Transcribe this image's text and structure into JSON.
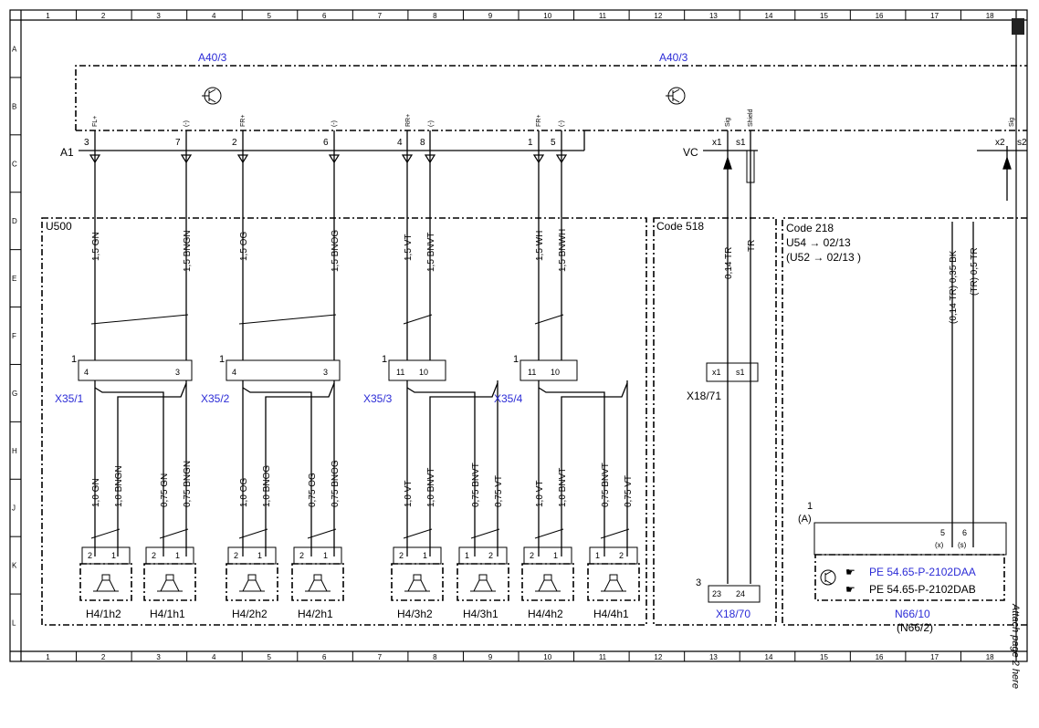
{
  "grid": {
    "columns": [
      "1",
      "2",
      "3",
      "4",
      "5",
      "6",
      "7",
      "8",
      "9",
      "10",
      "11",
      "12",
      "13",
      "14",
      "15",
      "16",
      "17",
      "18"
    ],
    "rows": [
      "A",
      "B",
      "C",
      "D",
      "E",
      "F",
      "G",
      "H",
      "J",
      "K",
      "L"
    ]
  },
  "modules": {
    "a40_left": "A40/3",
    "a40_right": "A40/3",
    "a1": "A1",
    "vc": "VC",
    "u500": "U500",
    "code518": "Code 518",
    "code218": "Code 218",
    "u54_line": "U54 → 02/13",
    "u52_line": "(U52 → 02/13 )",
    "n66_10": "N66/10",
    "n66_2": "(N66/2)",
    "pe_a": "PE 54.65-P-2102DAA",
    "pe_b": "PE 54.65-P-2102DAB",
    "x18_71": "X18/71",
    "x18_70": "X18/70",
    "attach_note": "Attach page 2 here",
    "connector_a": "(A)"
  },
  "top_pins": {
    "fl_plus": "FL+",
    "m1": "(-)",
    "fr_plus": "FR+",
    "m2": "(-)",
    "rr_plus": "RR+",
    "m3": "(-)",
    "fr_plus2": "FR+",
    "m4": "(-)",
    "sig1": "Sig",
    "shield": "Shield",
    "sig2": "Sig",
    "n3": "3",
    "n7": "7",
    "n2": "2",
    "n6": "6",
    "n4": "4",
    "n8": "8",
    "n1": "1",
    "n5": "5",
    "x1": "x1",
    "s1": "s1",
    "x2": "x2",
    "s2": "s2"
  },
  "wires_upper": [
    "1,5 GN",
    "1,5 BNGN",
    "1,5 OG",
    "1,5 BNOG",
    "1,5 VT",
    "1,5 BNVT",
    "1,5 WH",
    "1,5 BNWH",
    "0,14 TR",
    "TR",
    "(0,14 TR) 0,35 BK",
    "(TR) 0,5 TR"
  ],
  "connectors": [
    "X35/1",
    "X35/2",
    "X35/3",
    "X35/4"
  ],
  "conn_pins": {
    "c1a": "4",
    "c1b": "3",
    "c2a": "4",
    "c2b": "3",
    "c3a": "11",
    "c3b": "10",
    "c4a": "11",
    "c4b": "10",
    "one": "1",
    "x1": "x1",
    "s1": "s1",
    "p23": "23",
    "p24": "24",
    "three": "3",
    "p5": "5",
    "p6": "6",
    "px": "(x)",
    "ps": "(s)"
  },
  "wires_lower": [
    "1,0 GN",
    "1,0 BNGN",
    "0,75 GN",
    "0,75 BNGN",
    "1,0 OG",
    "1,0 BNOG",
    "0,75 OG",
    "0,75 BNOG",
    "1,0 VT",
    "1,0 BNVT",
    "0,75 BNVT",
    "0,75 VT",
    "1,0 VT",
    "1,0 BNVT",
    "0,75 BNVT",
    "0,75 VT"
  ],
  "speakers": [
    "H4/1h2",
    "H4/1h1",
    "H4/2h2",
    "H4/2h1",
    "H4/3h2",
    "H4/3h1",
    "H4/4h2",
    "H4/4h1"
  ],
  "speaker_pins": [
    [
      "2",
      "1"
    ],
    [
      "2",
      "1"
    ],
    [
      "2",
      "1"
    ],
    [
      "2",
      "1"
    ],
    [
      "2",
      "1"
    ],
    [
      "1",
      "2"
    ],
    [
      "2",
      "1"
    ],
    [
      "1",
      "2"
    ]
  ]
}
